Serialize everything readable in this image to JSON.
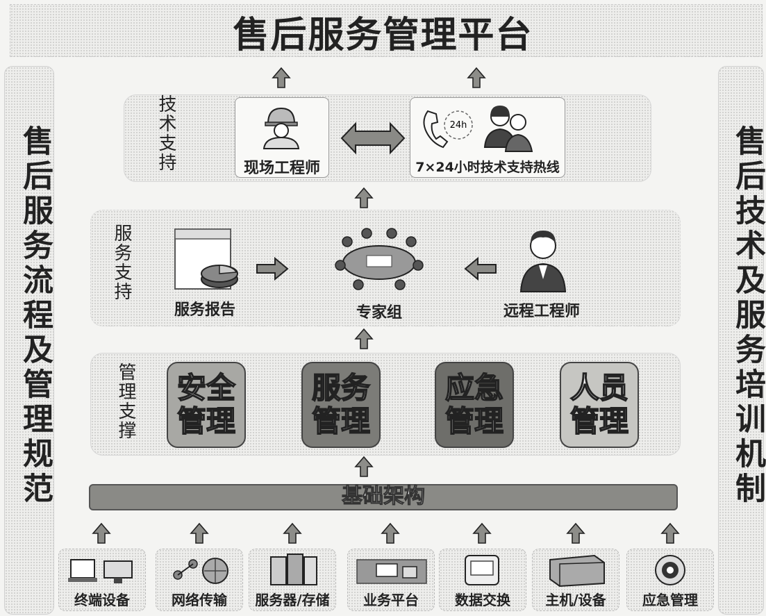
{
  "title": "售后服务管理平台",
  "left_side": "售后服务流程及管理规范",
  "right_side": "售后技术及服务培训机制",
  "tech_support": {
    "label": "技术支持",
    "onsite_engineer": "现场工程师",
    "hotline": "7×24小时技术支持热线",
    "hotline_badge": "24h"
  },
  "service_support": {
    "label": "服务支持",
    "service_report": "服务报告",
    "expert_group": "专家组",
    "remote_engineer": "远程工程师"
  },
  "management_support": {
    "label": "管理支撑",
    "boxes": [
      {
        "line1": "安全",
        "line2": "管理",
        "color": "#a8a8a4"
      },
      {
        "line1": "服务",
        "line2": "管理",
        "color": "#7c7c78"
      },
      {
        "line1": "应急",
        "line2": "管理",
        "color": "#6e6e6a"
      },
      {
        "line1": "人员",
        "line2": "管理",
        "color": "#c6c6c2"
      }
    ]
  },
  "infrastructure": "基础架构",
  "devices": [
    "终端设备",
    "网络传输",
    "服务器/存储",
    "业务平台",
    "数据交换",
    "主机/设备",
    "应急管理"
  ]
}
